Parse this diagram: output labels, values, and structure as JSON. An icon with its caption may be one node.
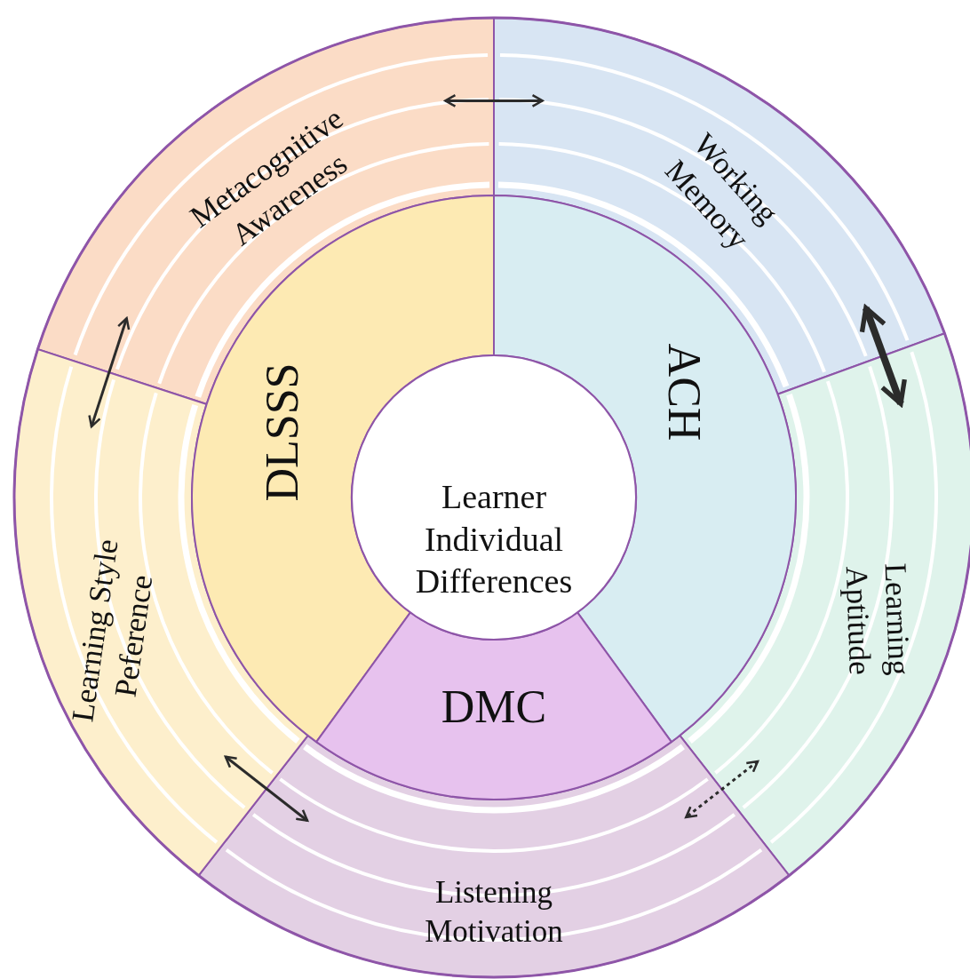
{
  "diagram": {
    "nodes": [
      {
        "text": [
          "Learner Individual Differences"
        ]
      },
      {
        "text": [
          "DLSSS"
        ]
      },
      {
        "text": [
          "ACH"
        ]
      },
      {
        "text": [
          "DMC"
        ]
      },
      {
        "text": [
          "Metacognitive Awareness"
        ]
      },
      {
        "text": [
          "Working Memory"
        ]
      },
      {
        "text": [
          "Learning Aptitude"
        ]
      },
      {
        "text": [
          "Listening Motivation"
        ]
      },
      {
        "text": [
          "Learning Style Peference"
        ]
      }
    ],
    "edges": [
      {
        "from": 4,
        "to": 5,
        "arrow": "both"
      },
      {
        "from": 5,
        "to": 6,
        "arrow": "both",
        "style": "thick"
      },
      {
        "from": 6,
        "to": 7,
        "arrow": "both",
        "style": "dashed"
      },
      {
        "from": 7,
        "to": 8,
        "arrow": "both"
      },
      {
        "from": 8,
        "to": 4,
        "arrow": "both"
      }
    ]
  }
}
